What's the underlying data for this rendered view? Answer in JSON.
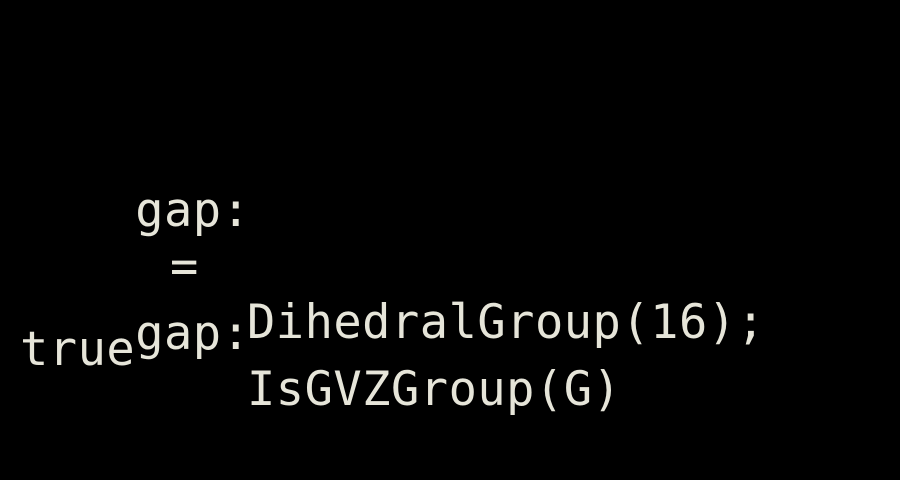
{
  "colors": {
    "background": "#000000",
    "text": "#e6e5d9"
  },
  "session": {
    "lines": [
      {
        "prompt": "gap:",
        "operator": "=",
        "command": "DihedralGroup(16);"
      },
      {
        "prompt": "gap:",
        "command": "IsGVZGroup(G)"
      }
    ],
    "output": "true"
  }
}
